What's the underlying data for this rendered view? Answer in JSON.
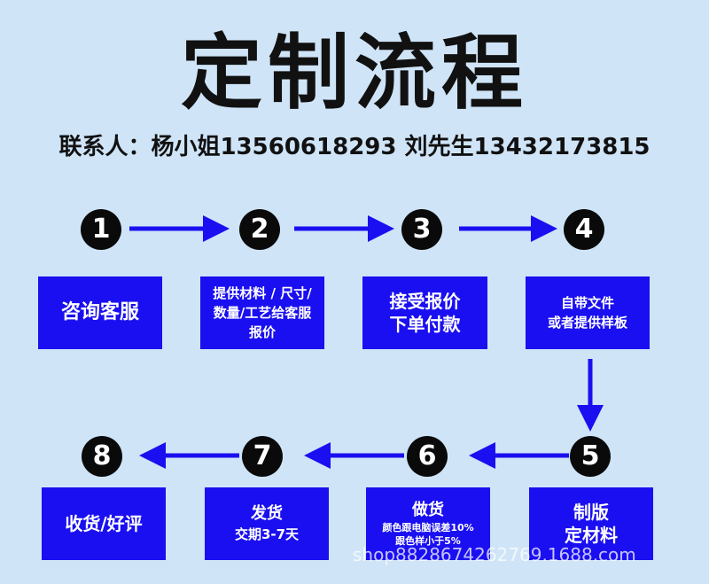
{
  "title": "定制流程",
  "contact": "联系人：杨小姐13560618293 刘先生13432173815",
  "steps": [
    {
      "num": "1",
      "lines": [
        "咨询客服"
      ]
    },
    {
      "num": "2",
      "lines": [
        "提供材料 / 尺寸/",
        "数量/工艺给客服",
        "报价"
      ]
    },
    {
      "num": "3",
      "lines": [
        "接受报价",
        "下单付款"
      ]
    },
    {
      "num": "4",
      "lines": [
        "自带文件",
        "或者提供样板"
      ]
    },
    {
      "num": "5",
      "lines": [
        "制版",
        "定材料"
      ]
    },
    {
      "num": "6",
      "lines": [
        "做货",
        "颜色跟电脑误差10%",
        "跟色样小于5%"
      ]
    },
    {
      "num": "7",
      "lines": [
        "发货",
        "交期3-7天"
      ]
    },
    {
      "num": "8",
      "lines": [
        "收货/好评"
      ]
    }
  ],
  "watermark": "shop882867426​2769.1688.com",
  "colors": {
    "background": "#cfe4f7",
    "box": "#1a0ff0",
    "arrow": "#1a0ff0",
    "circle": "#0a0a0a"
  }
}
